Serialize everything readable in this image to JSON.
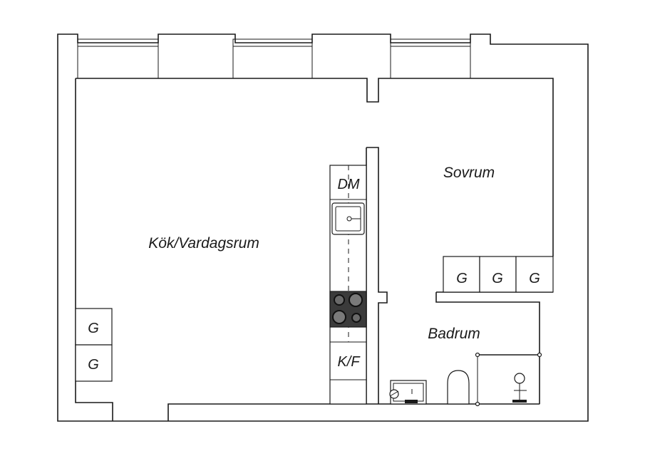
{
  "rooms": {
    "kitchen_living": "Kök/Vardagsrum",
    "bedroom": "Sovrum",
    "bathroom": "Badrum"
  },
  "fixtures": {
    "dishwasher": "DM",
    "fridge_freezer": "K/F",
    "wardrobe_label": "G"
  }
}
